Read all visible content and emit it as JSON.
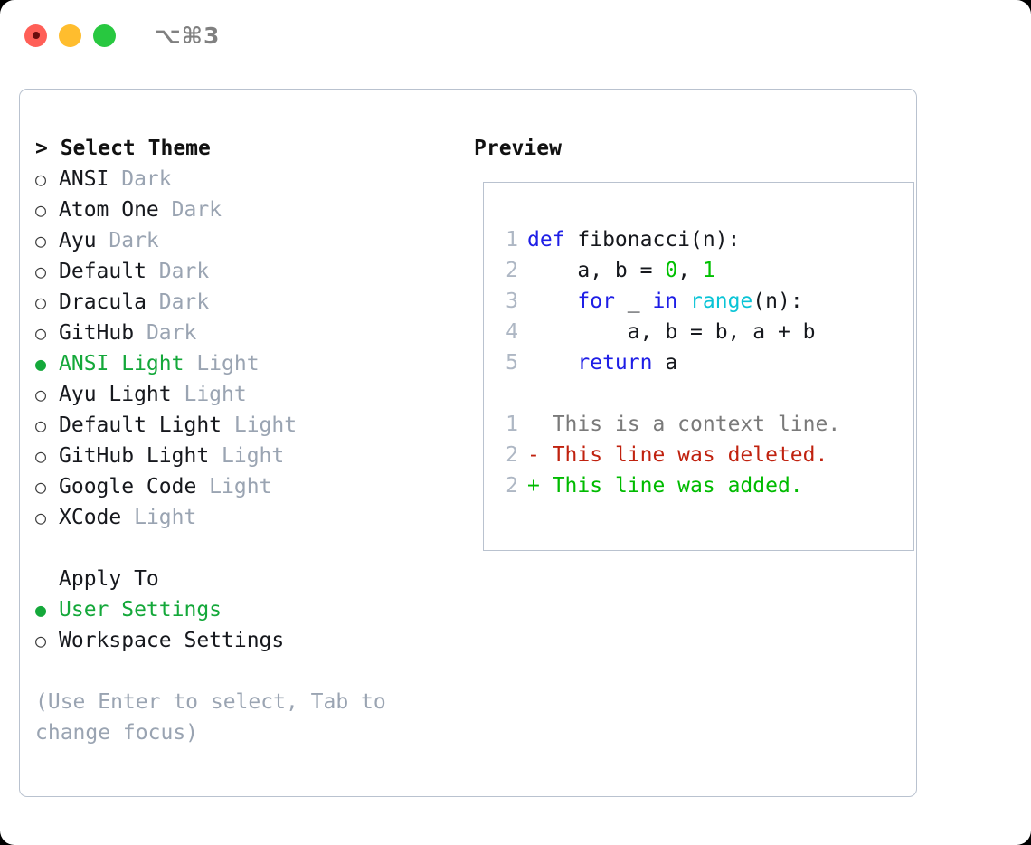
{
  "titlebar": {
    "shortcut": "⌥⌘3",
    "lights": [
      {
        "name": "close",
        "color": "#ff5f57"
      },
      {
        "name": "minimize",
        "color": "#ffbd2e"
      },
      {
        "name": "maximize",
        "color": "#28c840"
      }
    ]
  },
  "theme_picker": {
    "heading": "> Select Theme",
    "options": [
      {
        "marker": "○",
        "label": "ANSI",
        "variant": "Dark",
        "selected": false
      },
      {
        "marker": "○",
        "label": "Atom One",
        "variant": "Dark",
        "selected": false
      },
      {
        "marker": "○",
        "label": "Ayu",
        "variant": "Dark",
        "selected": false
      },
      {
        "marker": "○",
        "label": "Default",
        "variant": "Dark",
        "selected": false
      },
      {
        "marker": "○",
        "label": "Dracula",
        "variant": "Dark",
        "selected": false
      },
      {
        "marker": "○",
        "label": "GitHub",
        "variant": "Dark",
        "selected": false
      },
      {
        "marker": "●",
        "label": "ANSI Light",
        "variant": "Light",
        "selected": true
      },
      {
        "marker": "○",
        "label": "Ayu Light",
        "variant": "Light",
        "selected": false
      },
      {
        "marker": "○",
        "label": "Default Light",
        "variant": "Light",
        "selected": false
      },
      {
        "marker": "○",
        "label": "GitHub Light",
        "variant": "Light",
        "selected": false
      },
      {
        "marker": "○",
        "label": "Google Code",
        "variant": "Light",
        "selected": false
      },
      {
        "marker": "○",
        "label": "XCode",
        "variant": "Light",
        "selected": false
      }
    ]
  },
  "apply_to": {
    "heading": "Apply To",
    "options": [
      {
        "marker": "●",
        "label": "User Settings",
        "selected": true
      },
      {
        "marker": "○",
        "label": "Workspace Settings",
        "selected": false
      }
    ]
  },
  "hint": "(Use Enter to select, Tab to change focus)",
  "preview": {
    "title": "Preview",
    "code_lines": [
      {
        "num": "1",
        "tokens": [
          {
            "t": "def ",
            "c": "kw"
          },
          {
            "t": "fibonacci(n):",
            "c": "plain"
          }
        ]
      },
      {
        "num": "2",
        "tokens": [
          {
            "t": "    a, b = ",
            "c": "plain"
          },
          {
            "t": "0",
            "c": "num"
          },
          {
            "t": ", ",
            "c": "plain"
          },
          {
            "t": "1",
            "c": "num"
          }
        ]
      },
      {
        "num": "3",
        "tokens": [
          {
            "t": "    ",
            "c": "plain"
          },
          {
            "t": "for ",
            "c": "kw"
          },
          {
            "t": "_ ",
            "c": "plain"
          },
          {
            "t": "in ",
            "c": "kw"
          },
          {
            "t": "range",
            "c": "fn"
          },
          {
            "t": "(n):",
            "c": "plain"
          }
        ]
      },
      {
        "num": "4",
        "tokens": [
          {
            "t": "        a, b = b, a + b",
            "c": "plain"
          }
        ]
      },
      {
        "num": "5",
        "tokens": [
          {
            "t": "    ",
            "c": "plain"
          },
          {
            "t": "return ",
            "c": "kw"
          },
          {
            "t": "a",
            "c": "plain"
          }
        ]
      }
    ],
    "diff_lines": [
      {
        "num": "1",
        "prefix": "  ",
        "text": "This is a context line.",
        "kind": "ctx"
      },
      {
        "num": "2",
        "prefix": "- ",
        "text": "This line was deleted.",
        "kind": "del"
      },
      {
        "num": "2",
        "prefix": "+ ",
        "text": "This line was added.",
        "kind": "add"
      }
    ]
  },
  "colors": {
    "accent_green": "#14a83a",
    "muted_gray": "#9aa4b2",
    "border": "#b9c2cf",
    "keyword_blue": "#1e1ee6",
    "number_green": "#00c000",
    "function_cyan": "#0ac4d6",
    "diff_delete_red": "#c0220f",
    "diff_add_green": "#00bb00"
  }
}
